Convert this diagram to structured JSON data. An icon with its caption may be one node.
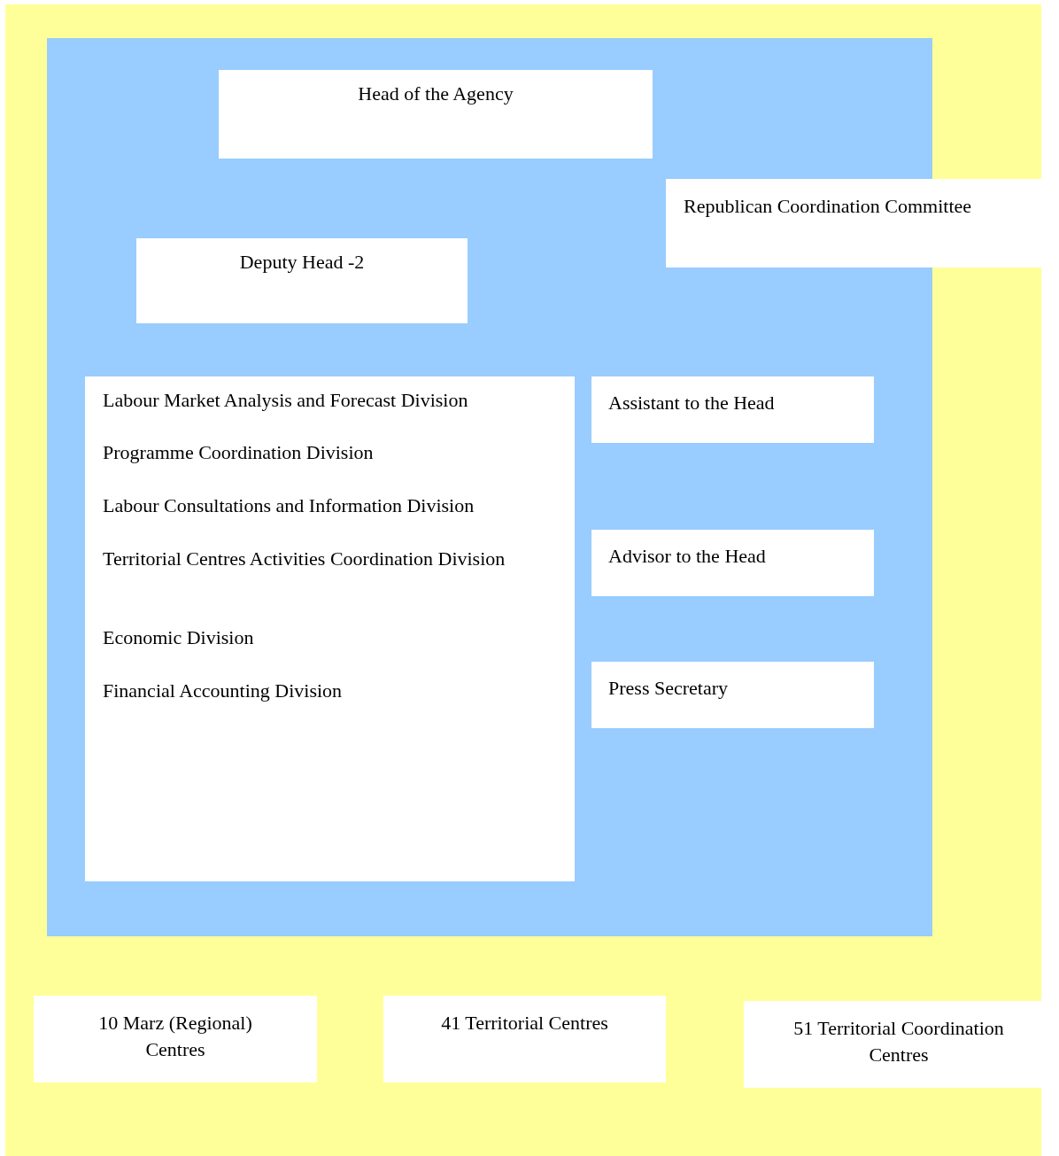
{
  "diagram": {
    "nodes": [
      {
        "text": [
          "Head of the Agency"
        ]
      },
      {
        "text": [
          "Republican Coordination Committee"
        ]
      },
      {
        "text": [
          "Deputy Head -2"
        ]
      },
      {
        "text": [
          "Labour Market Analysis and Forecast Division",
          "Programme Coordination Division",
          "Labour Consultations and Information Division",
          "Territorial Centres Activities Coordination Division",
          "Economic Division",
          "Financial Accounting Division"
        ]
      },
      {
        "text": [
          "Assistant to the Head"
        ]
      },
      {
        "text": [
          "Advisor to the Head"
        ]
      },
      {
        "text": [
          "Press Secretary"
        ]
      },
      {
        "text": [
          "10 Marz (Regional) Centres"
        ]
      },
      {
        "text": [
          "41 Territorial Centres"
        ]
      },
      {
        "text": [
          "51 Territorial Coordination Centres"
        ]
      }
    ],
    "edges": []
  }
}
